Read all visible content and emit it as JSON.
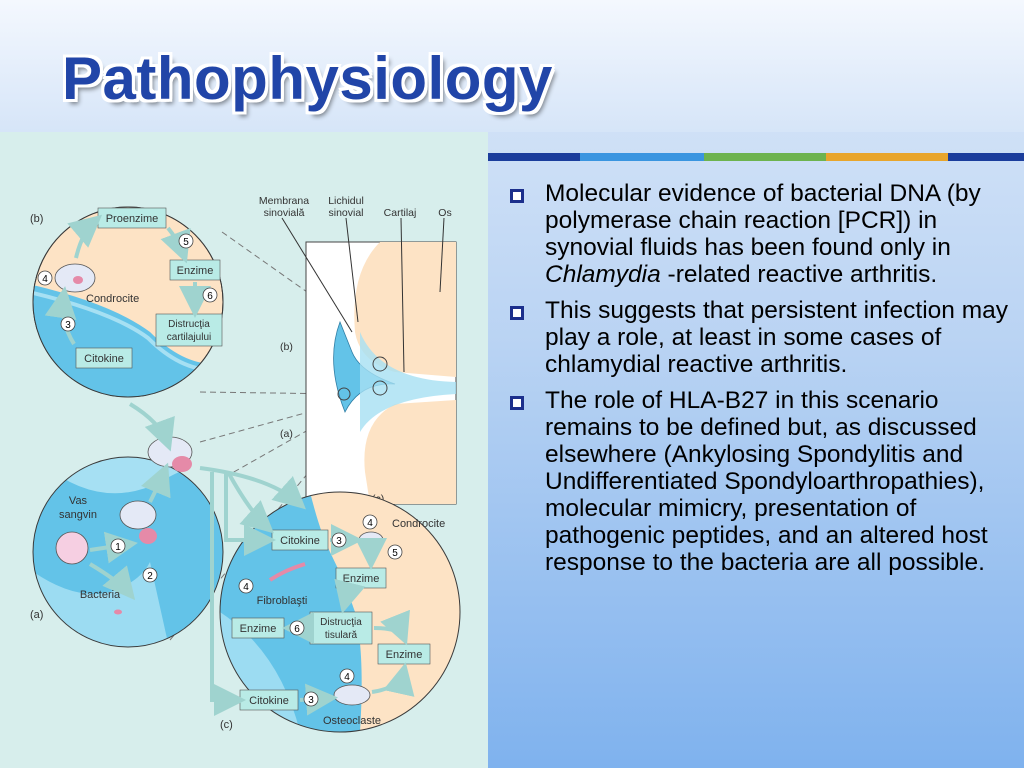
{
  "slide": {
    "title": "Pathophysiology",
    "stripe_colors": [
      "#1b3d9c",
      "#3a95e0",
      "#6db34f",
      "#e8a52c",
      "#1b3d9c"
    ]
  },
  "figure": {
    "panel_labels": {
      "a": "(a)",
      "b": "(b)",
      "c": "(c)"
    },
    "anatomy_labels": {
      "membrana_line1": "Membrana",
      "membrana_line2": "sinovială",
      "lichidul_line1": "Lichidul",
      "lichidul_line2": "sinovial",
      "cartilaj": "Cartilaj",
      "os": "Os"
    },
    "circle_b": {
      "proenzime": "Proenzime",
      "enzime": "Enzime",
      "distructia_line1": "Distrucţia",
      "distructia_line2": "cartilajului",
      "condrocite": "Condrocite",
      "citokine": "Citokine"
    },
    "circle_a": {
      "vas_line1": "Vas",
      "vas_line2": "sangvin",
      "bacteria": "Bacteria"
    },
    "circle_c": {
      "condrocite": "Condrocite",
      "citokine_top": "Citokine",
      "enzime_top": "Enzime",
      "fibroblasti": "Fibroblaşti",
      "enzime_left": "Enzime",
      "distructia_line1": "Distrucţia",
      "distructia_line2": "tisulară",
      "enzime_right": "Enzime",
      "citokine_bottom": "Citokine",
      "osteoclaste": "Osteoclaste"
    },
    "step_numbers": [
      "1",
      "2",
      "3",
      "4",
      "5",
      "6"
    ]
  },
  "bullets": [
    {
      "text_before": "Molecular evidence of bacterial DNA (by polymerase chain reaction [PCR]) in synovial fluids has been found only in ",
      "italic": "Chlamydia",
      "text_after": " -related reactive arthritis."
    },
    {
      "text_before": "This suggests that persistent infection may play a role, at least in some cases of chlamydial reactive arthritis.",
      "italic": "",
      "text_after": ""
    },
    {
      "text_before": "The role of HLA-B27 in this scenario remains to be defined but, as discussed elsewhere (Ankylosing Spondylitis and Undifferentiated Spondyloarthropathies), molecular mimicry, presentation of pathogenic peptides, and an altered host response to the bacteria are all possible.",
      "italic": "",
      "text_after": ""
    }
  ]
}
